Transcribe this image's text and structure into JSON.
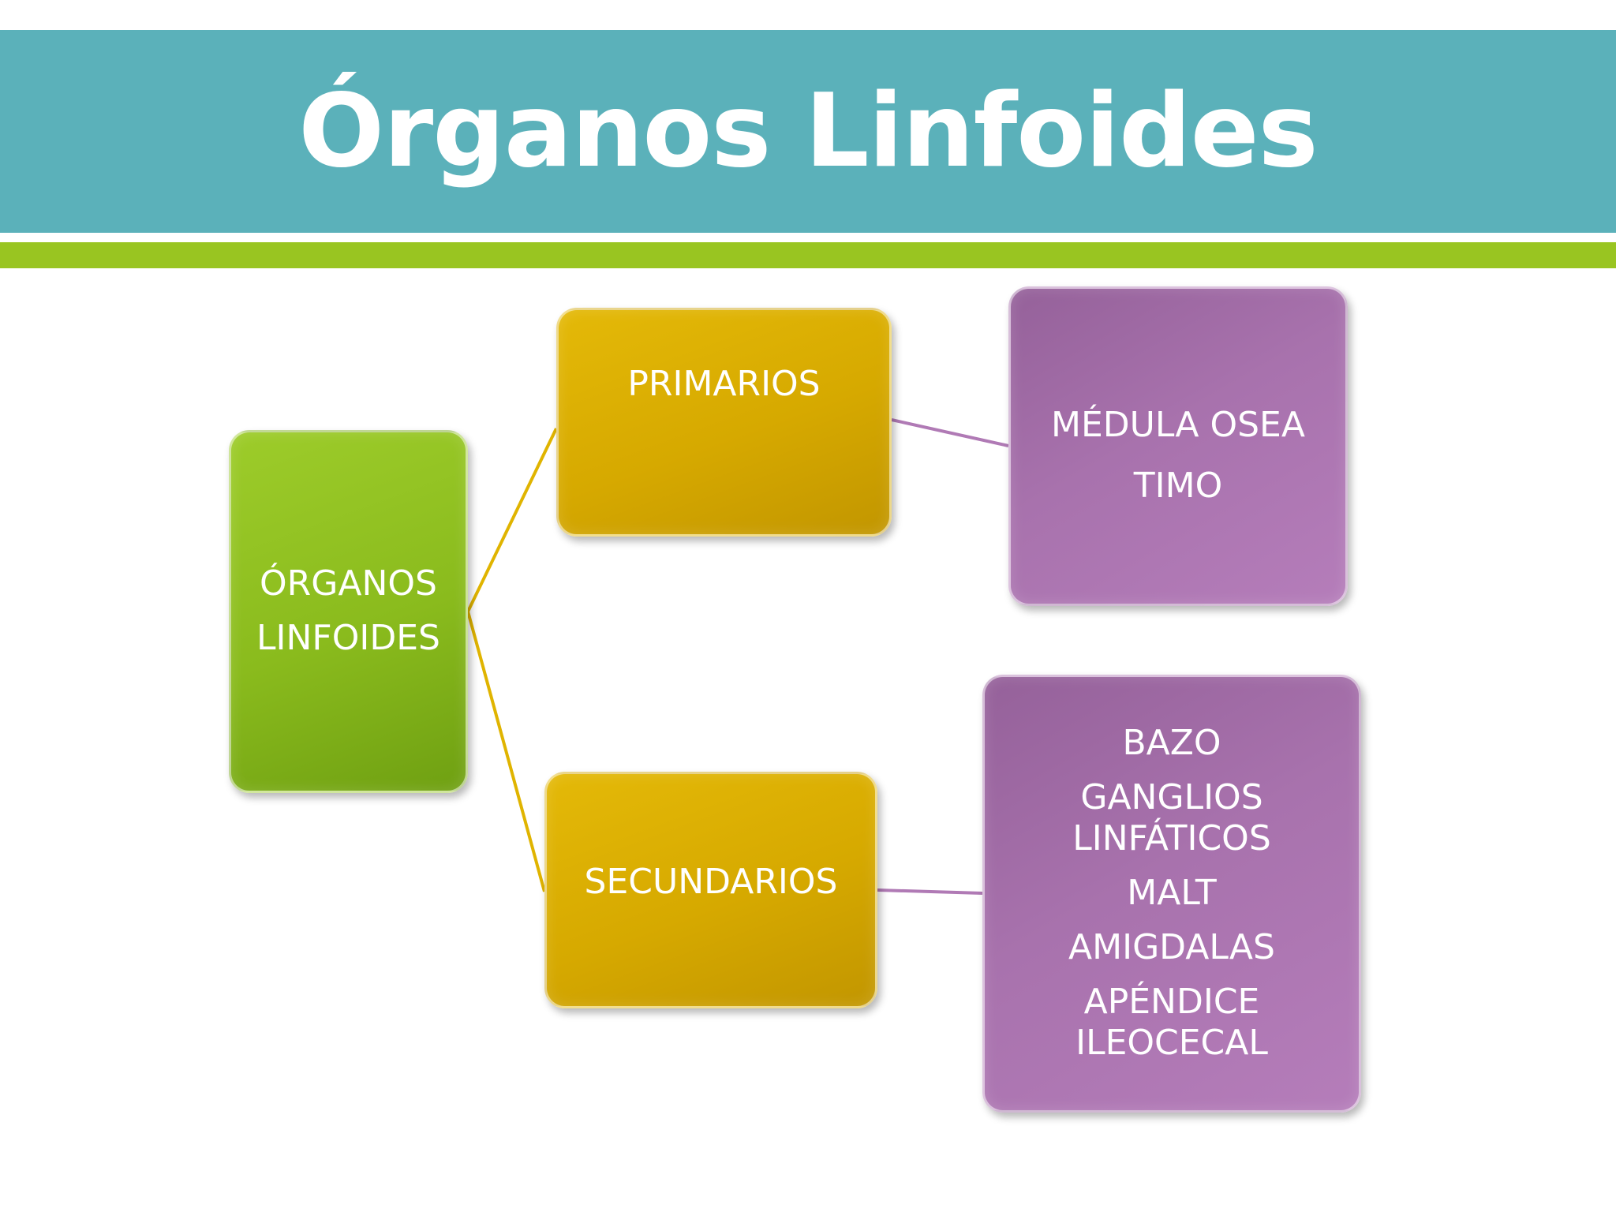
{
  "title": "Órganos Linfoides",
  "nodes": {
    "root": {
      "lines": [
        "ÓRGANOS",
        "LINFOIDES"
      ]
    },
    "primary": {
      "label": "PRIMARIOS"
    },
    "secondary": {
      "label": "SECUNDARIOS"
    },
    "primary_list": {
      "lines": [
        "MÉDULA OSEA",
        "TIMO"
      ]
    },
    "secondary_list": {
      "lines": [
        "BAZO",
        "GANGLIOS LINFÁTICOS",
        "MALT",
        "AMIGDALAS",
        "APÉNDICE ILEOCECAL"
      ]
    }
  },
  "colors": {
    "title_band": "#5bb1ba",
    "accent_bar": "#99c521",
    "root_node": "#8abb1d",
    "level1_nodes": "#d6a900",
    "level2_nodes": "#a872ad",
    "connector_gold": "#e0b400",
    "connector_purple": "#b07ab5"
  }
}
